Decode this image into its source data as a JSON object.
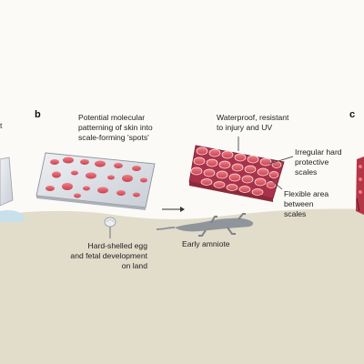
{
  "panels": {
    "b": "b",
    "c": "c"
  },
  "labels": {
    "cropped_left": "t",
    "patterning": "Potential molecular\npatterning of skin into\nscale-forming 'spots'",
    "waterproof": "Waterproof, resistant\nto injury and UV",
    "irregular": "Irregular hard\nprotective\nscales",
    "flexible": "Flexible area\nbetween\nscales",
    "egg": "Hard-shelled egg\nand fetal development\non land",
    "amniote": "Early amniote"
  },
  "colors": {
    "background": "#fbfaf6",
    "ground": "#e2dccb",
    "water": "#c7e0ea",
    "scale_red": "#e85d68",
    "scale_dark": "#b83a47",
    "skin": "#dde0e6",
    "lizard": "#8f959b"
  }
}
